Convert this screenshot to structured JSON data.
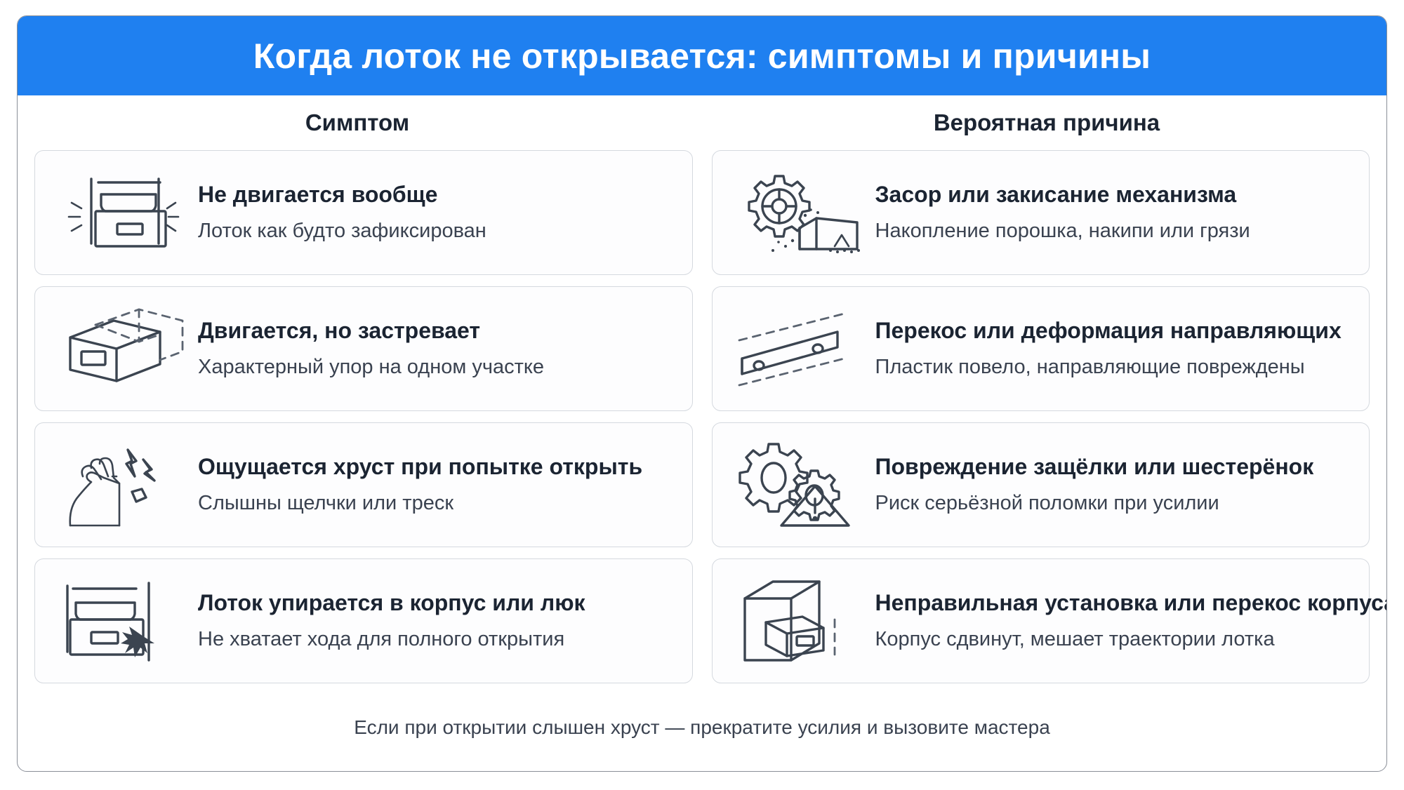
{
  "header": {
    "title": "Когда лоток не открывается: симптомы и причины",
    "bg_color": "#1f80f0",
    "text_color": "#ffffff"
  },
  "columns": {
    "symptom_label": "Симптом",
    "cause_label": "Вероятная причина"
  },
  "rows": [
    {
      "symptom": {
        "icon": "stuck-drawer-icon",
        "title": "Не двигается вообще",
        "subtitle": "Лоток как будто зафиксирован"
      },
      "cause": {
        "icon": "gear-debris-icon",
        "title": "Засор или закисание механизма",
        "subtitle": "Накопление порошка, накипи или грязи"
      }
    },
    {
      "symptom": {
        "icon": "open-drawer-icon",
        "title": "Двигается, но застревает",
        "subtitle": "Характерный упор на одном участке"
      },
      "cause": {
        "icon": "bent-rail-icon",
        "title": "Перекос или деформация направляющих",
        "subtitle": "Пластик повело, направляющие повреждены"
      }
    },
    {
      "symptom": {
        "icon": "hand-crack-icon",
        "title": "Ощущается хруст при попытке открыть",
        "subtitle": "Слышны щелчки или треск"
      },
      "cause": {
        "icon": "gears-warning-icon",
        "title": "Повреждение защёлки или шестерёнок",
        "subtitle": "Риск серьёзной поломки при усилии"
      }
    },
    {
      "symptom": {
        "icon": "drawer-blocked-icon",
        "title": "Лоток упирается в корпус или люк",
        "subtitle": "Не хватает хода для полного открытия"
      },
      "cause": {
        "icon": "cabinet-misaligned-icon",
        "title": "Неправильная установка или перекос корпуса",
        "subtitle": "Корпус сдвинут, мешает траектории лотка"
      }
    }
  ],
  "footer": {
    "note": "Если при открытии слышен хруст — прекратите усилия и вызовите мастера"
  },
  "colors": {
    "accent": "#1f80f0",
    "card_border": "#d5d9df",
    "frame_border": "#8a8f98",
    "title_text": "#1b2432",
    "body_text": "#3a4250",
    "icon_stroke": "#3b4450"
  }
}
